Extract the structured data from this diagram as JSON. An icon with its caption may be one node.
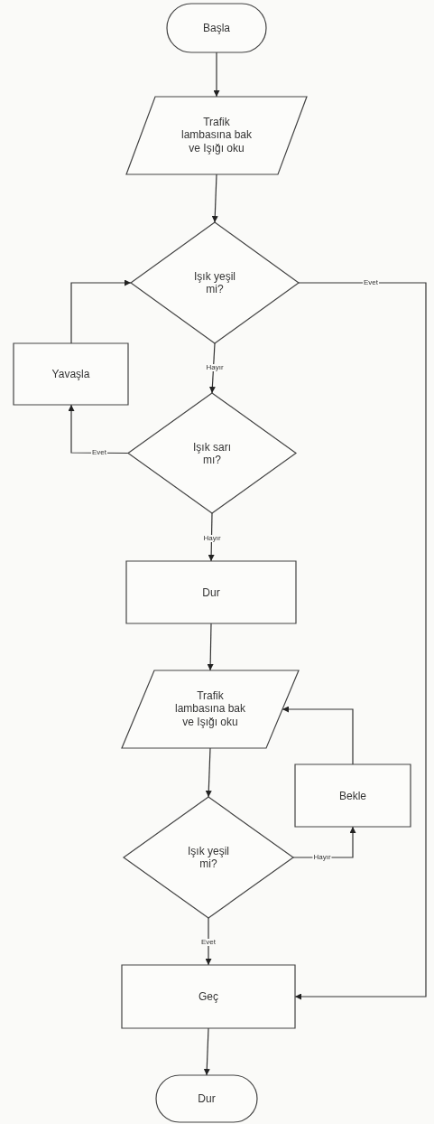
{
  "diagram": {
    "nodes": [
      {
        "text": [
          "Başla"
        ]
      },
      {
        "text": [
          "Trafik lambasına bak ve Işığı oku"
        ]
      },
      {
        "text": [
          "Işık yeşil mi?"
        ]
      },
      {
        "text": [
          "Yavaşla"
        ]
      },
      {
        "text": [
          "Işık sarı mı?"
        ]
      },
      {
        "text": [
          "Dur"
        ]
      },
      {
        "text": [
          "Trafik lambasına bak ve Işığı oku"
        ]
      },
      {
        "text": [
          "Bekle"
        ]
      },
      {
        "text": [
          "Işık yeşil mi?"
        ]
      },
      {
        "text": [
          "Geç"
        ]
      },
      {
        "text": [
          "Dur"
        ]
      }
    ],
    "edges": [
      {
        "from": 0,
        "to": 1,
        "arrow": "to"
      },
      {
        "from": 1,
        "to": 2,
        "arrow": "to"
      },
      {
        "from": 2,
        "to": 9,
        "arrow": "to",
        "label": "Evet"
      },
      {
        "from": 2,
        "to": 4,
        "arrow": "to",
        "label": "Hayır"
      },
      {
        "from": 4,
        "to": 3,
        "arrow": "to",
        "label": "Evet"
      },
      {
        "from": 3,
        "to": 2,
        "arrow": "to"
      },
      {
        "from": 4,
        "to": 5,
        "arrow": "to",
        "label": "Hayır"
      },
      {
        "from": 5,
        "to": 6,
        "arrow": "to"
      },
      {
        "from": 6,
        "to": 8,
        "arrow": "to"
      },
      {
        "from": 8,
        "to": 7,
        "arrow": "to",
        "label": "Hayır"
      },
      {
        "from": 7,
        "to": 6,
        "arrow": "to"
      },
      {
        "from": 8,
        "to": 9,
        "arrow": "to",
        "label": "Evet"
      },
      {
        "from": 9,
        "to": 10,
        "arrow": "to"
      }
    ]
  }
}
